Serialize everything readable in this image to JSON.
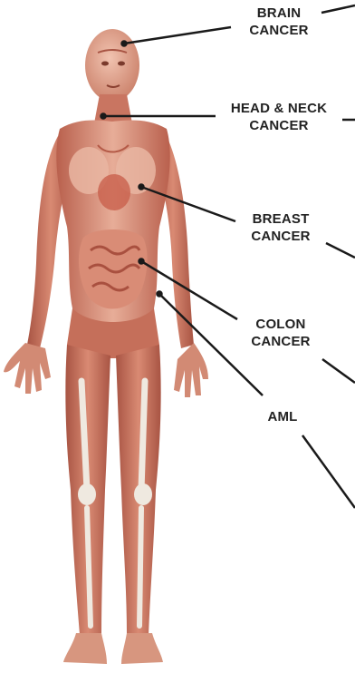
{
  "colors": {
    "muscle": "#c9735f",
    "muscle_dark": "#9c4a3a",
    "muscle_light": "#e3a08c",
    "bone": "#e9e4dc",
    "leader_line": "#1a1a1a",
    "label_text": "#222222"
  },
  "labels": {
    "brain": {
      "line1": "BRAIN",
      "line2": "CANCER"
    },
    "head_neck": {
      "line1": "HEAD & NECK",
      "line2": "CANCER"
    },
    "breast": {
      "line1": "BREAST",
      "line2": "CANCER"
    },
    "colon": {
      "line1": "COLON",
      "line2": "CANCER"
    },
    "aml": {
      "line1": "AML"
    }
  }
}
